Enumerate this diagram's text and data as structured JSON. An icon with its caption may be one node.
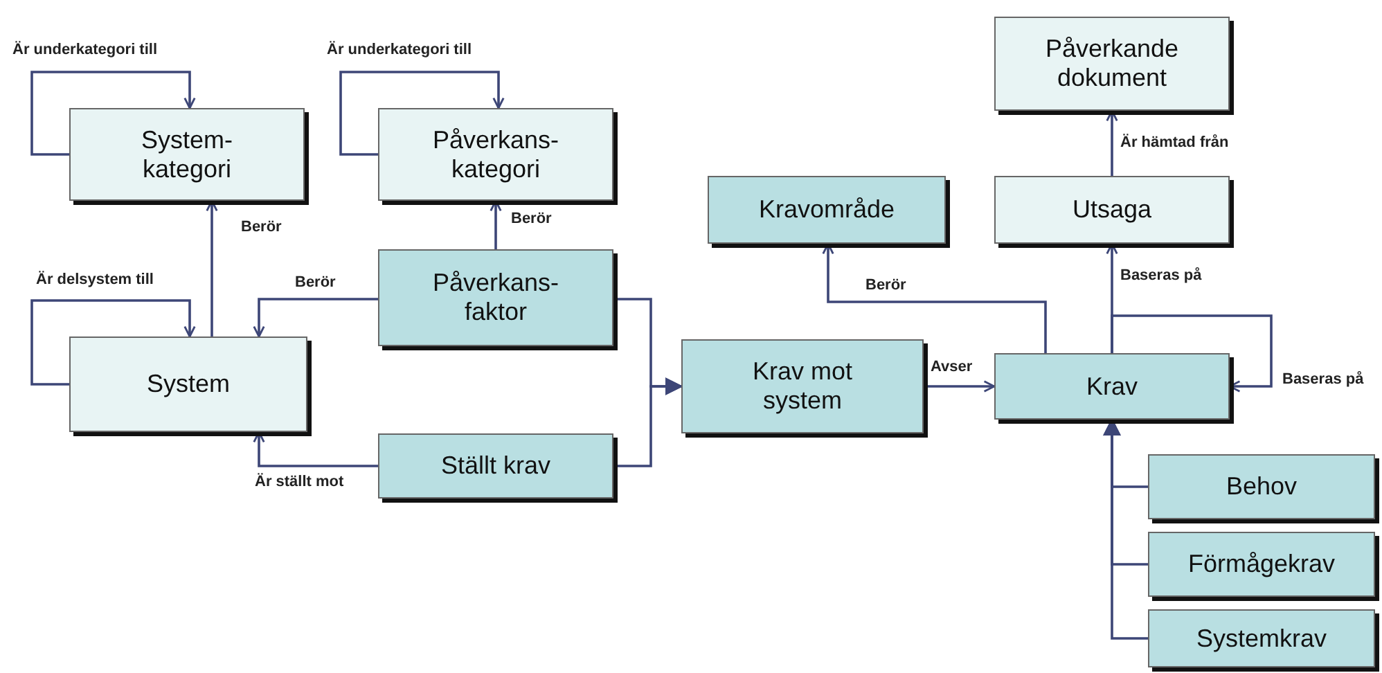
{
  "diagram": {
    "nodes": [
      {
        "text": [
          "System- kategori"
        ]
      },
      {
        "text": [
          "Påverkans- kategori"
        ]
      },
      {
        "text": [
          "System"
        ]
      },
      {
        "text": [
          "Påverkans- faktor"
        ]
      },
      {
        "text": [
          "Ställt krav"
        ]
      },
      {
        "text": [
          "Krav mot system"
        ]
      },
      {
        "text": [
          "Kravområde"
        ]
      },
      {
        "text": [
          "Påverkande dokument"
        ]
      },
      {
        "text": [
          "Utsaga"
        ]
      },
      {
        "text": [
          "Krav"
        ]
      },
      {
        "text": [
          "Behov"
        ]
      },
      {
        "text": [
          "Förmågekrav"
        ]
      },
      {
        "text": [
          "Systemkrav"
        ]
      }
    ],
    "edges": [
      {
        "from": 0,
        "to": 0,
        "arrow": "to",
        "label": "Är underkategori till"
      },
      {
        "from": 1,
        "to": 1,
        "arrow": "to",
        "label": "Är underkategori till"
      },
      {
        "from": 2,
        "to": 0,
        "arrow": "to",
        "label": "Berör"
      },
      {
        "from": 3,
        "to": 1,
        "arrow": "to",
        "label": "Berör"
      },
      {
        "from": 3,
        "to": 2,
        "arrow": "to",
        "label": "Berör"
      },
      {
        "from": 2,
        "to": 2,
        "arrow": "to",
        "label": "Är delsystem till"
      },
      {
        "from": 4,
        "to": 2,
        "arrow": "to",
        "label": "Är ställt mot"
      },
      {
        "from": 3,
        "to": 5,
        "arrow": "to"
      },
      {
        "from": 4,
        "to": 5,
        "arrow": "to"
      },
      {
        "from": 5,
        "to": 9,
        "arrow": "to",
        "label": "Avser"
      },
      {
        "from": 9,
        "to": 6,
        "arrow": "to",
        "label": "Berör"
      },
      {
        "from": 9,
        "to": 8,
        "arrow": "to",
        "label": "Baseras på"
      },
      {
        "from": 9,
        "to": 9,
        "arrow": "to",
        "label": "Baseras på"
      },
      {
        "from": 8,
        "to": 7,
        "arrow": "to",
        "label": "Är hämtad från"
      },
      {
        "from": 10,
        "to": 9,
        "arrow": "to"
      },
      {
        "from": 11,
        "to": 9,
        "arrow": "to"
      },
      {
        "from": 12,
        "to": 9,
        "arrow": "to"
      }
    ]
  }
}
